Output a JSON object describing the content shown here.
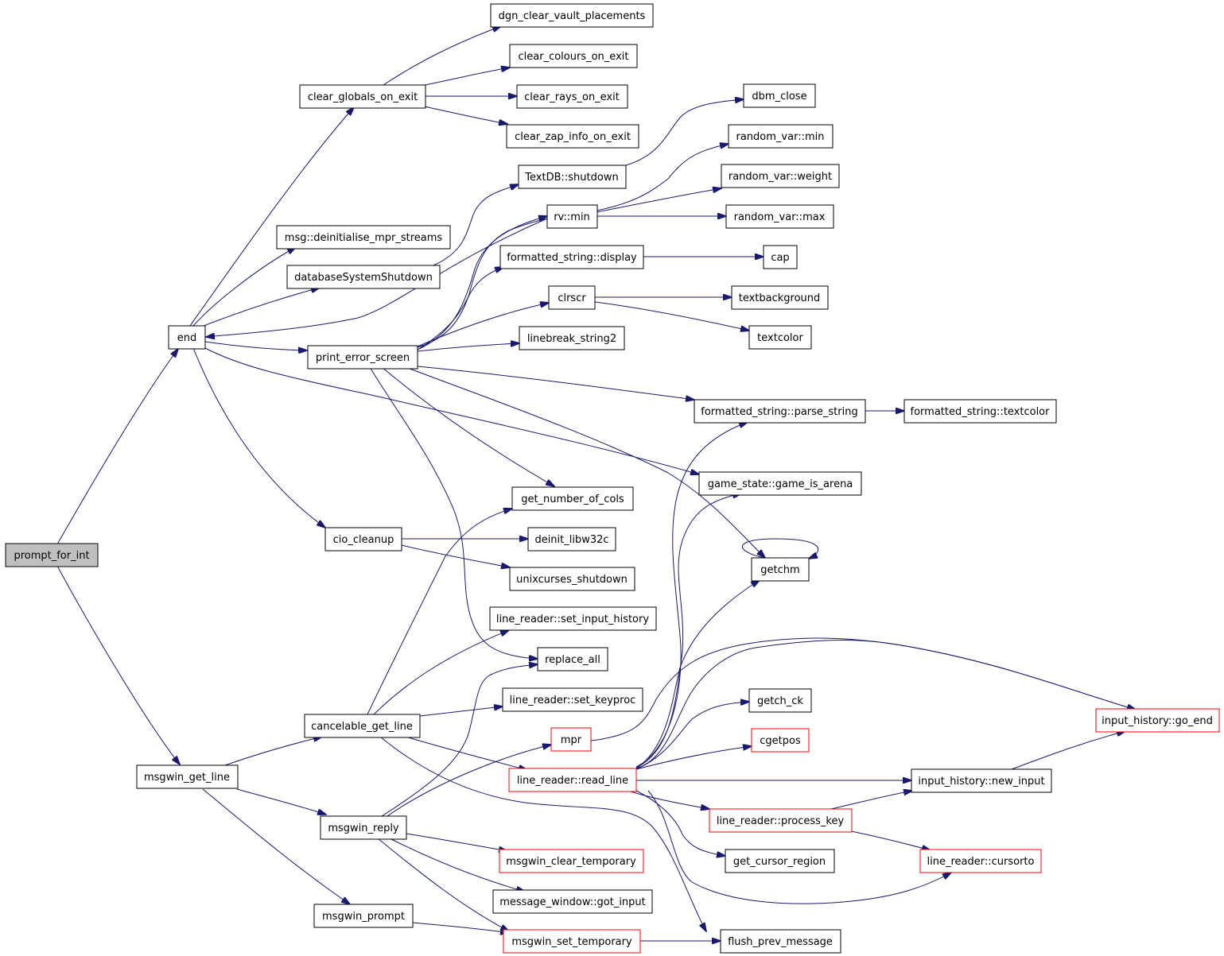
{
  "colors": {
    "edge": "#191970",
    "node_border": "#000000",
    "truncated_border": "#ff0000",
    "root_fill": "#bfbfbf"
  },
  "nodes": {
    "prompt_for_int": {
      "label": "prompt_for_int",
      "kind": "root"
    },
    "end": {
      "label": "end",
      "kind": "normal"
    },
    "msgwin_get_line": {
      "label": "msgwin_get_line",
      "kind": "normal"
    },
    "clear_globals_on_exit": {
      "label": "clear_globals_on_exit",
      "kind": "normal"
    },
    "dgn_clear_vault_placements": {
      "label": "dgn_clear_vault_placements",
      "kind": "normal"
    },
    "clear_colours_on_exit": {
      "label": "clear_colours_on_exit",
      "kind": "normal"
    },
    "clear_rays_on_exit": {
      "label": "clear_rays_on_exit",
      "kind": "normal"
    },
    "clear_zap_info_on_exit": {
      "label": "clear_zap_info_on_exit",
      "kind": "normal"
    },
    "msg_deinitialise_mpr_streams": {
      "label": "msg::deinitialise_mpr_streams",
      "kind": "normal"
    },
    "databaseSystemShutdown": {
      "label": "databaseSystemShutdown",
      "kind": "normal"
    },
    "TextDB_shutdown": {
      "label": "TextDB::shutdown",
      "kind": "normal"
    },
    "dbm_close": {
      "label": "dbm_close",
      "kind": "normal"
    },
    "rv_min": {
      "label": "rv::min",
      "kind": "normal"
    },
    "random_var_min": {
      "label": "random_var::min",
      "kind": "normal"
    },
    "random_var_weight": {
      "label": "random_var::weight",
      "kind": "normal"
    },
    "random_var_max": {
      "label": "random_var::max",
      "kind": "normal"
    },
    "formatted_string_display": {
      "label": "formatted_string::display",
      "kind": "normal"
    },
    "cap": {
      "label": "cap",
      "kind": "normal"
    },
    "clrscr": {
      "label": "clrscr",
      "kind": "normal"
    },
    "textbackground": {
      "label": "textbackground",
      "kind": "normal"
    },
    "textcolor": {
      "label": "textcolor",
      "kind": "normal"
    },
    "print_error_screen": {
      "label": "print_error_screen",
      "kind": "normal"
    },
    "linebreak_string2": {
      "label": "linebreak_string2",
      "kind": "normal"
    },
    "formatted_string_parse_string": {
      "label": "formatted_string::parse_string",
      "kind": "normal"
    },
    "formatted_string_textcolor": {
      "label": "formatted_string::textcolor",
      "kind": "normal"
    },
    "game_state_game_is_arena": {
      "label": "game_state::game_is_arena",
      "kind": "normal"
    },
    "get_number_of_cols": {
      "label": "get_number_of_cols",
      "kind": "normal"
    },
    "cio_cleanup": {
      "label": "cio_cleanup",
      "kind": "normal"
    },
    "deinit_libw32c": {
      "label": "deinit_libw32c",
      "kind": "normal"
    },
    "unixcurses_shutdown": {
      "label": "unixcurses_shutdown",
      "kind": "normal"
    },
    "getchm": {
      "label": "getchm",
      "kind": "normal"
    },
    "line_reader_set_input_history": {
      "label": "line_reader::set_input_history",
      "kind": "normal"
    },
    "replace_all": {
      "label": "replace_all",
      "kind": "normal"
    },
    "line_reader_set_keyproc": {
      "label": "line_reader::set_keyproc",
      "kind": "normal"
    },
    "cancelable_get_line": {
      "label": "cancelable_get_line",
      "kind": "normal"
    },
    "mpr": {
      "label": "mpr",
      "kind": "truncated"
    },
    "getch_ck": {
      "label": "getch_ck",
      "kind": "normal"
    },
    "cgetpos": {
      "label": "cgetpos",
      "kind": "truncated"
    },
    "input_history_go_end": {
      "label": "input_history::go_end",
      "kind": "truncated"
    },
    "line_reader_read_line": {
      "label": "line_reader::read_line",
      "kind": "truncated"
    },
    "input_history_new_input": {
      "label": "input_history::new_input",
      "kind": "normal"
    },
    "line_reader_process_key": {
      "label": "line_reader::process_key",
      "kind": "truncated"
    },
    "msgwin_reply": {
      "label": "msgwin_reply",
      "kind": "normal"
    },
    "get_cursor_region": {
      "label": "get_cursor_region",
      "kind": "normal"
    },
    "line_reader_cursorto": {
      "label": "line_reader::cursorto",
      "kind": "truncated"
    },
    "msgwin_clear_temporary": {
      "label": "msgwin_clear_temporary",
      "kind": "truncated"
    },
    "message_window_got_input": {
      "label": "message_window::got_input",
      "kind": "normal"
    },
    "msgwin_prompt": {
      "label": "msgwin_prompt",
      "kind": "normal"
    },
    "msgwin_set_temporary": {
      "label": "msgwin_set_temporary",
      "kind": "truncated"
    },
    "flush_prev_message": {
      "label": "flush_prev_message",
      "kind": "normal"
    }
  },
  "edges": [
    {
      "from": "prompt_for_int",
      "to": "end"
    },
    {
      "from": "prompt_for_int",
      "to": "msgwin_get_line"
    },
    {
      "from": "end",
      "to": "clear_globals_on_exit"
    },
    {
      "from": "end",
      "to": "msg_deinitialise_mpr_streams"
    },
    {
      "from": "end",
      "to": "databaseSystemShutdown"
    },
    {
      "from": "end",
      "to": "print_error_screen"
    },
    {
      "from": "end",
      "to": "cio_cleanup"
    },
    {
      "from": "end",
      "to": "game_state_game_is_arena"
    },
    {
      "from": "clear_globals_on_exit",
      "to": "dgn_clear_vault_placements"
    },
    {
      "from": "clear_globals_on_exit",
      "to": "clear_colours_on_exit"
    },
    {
      "from": "clear_globals_on_exit",
      "to": "clear_rays_on_exit"
    },
    {
      "from": "clear_globals_on_exit",
      "to": "clear_zap_info_on_exit"
    },
    {
      "from": "databaseSystemShutdown",
      "to": "TextDB_shutdown"
    },
    {
      "from": "TextDB_shutdown",
      "to": "dbm_close"
    },
    {
      "from": "rv_min",
      "to": "random_var_min"
    },
    {
      "from": "rv_min",
      "to": "random_var_weight"
    },
    {
      "from": "rv_min",
      "to": "random_var_max"
    },
    {
      "from": "print_error_screen",
      "to": "end"
    },
    {
      "from": "print_error_screen",
      "to": "rv_min"
    },
    {
      "from": "print_error_screen",
      "to": "formatted_string_display"
    },
    {
      "from": "print_error_screen",
      "to": "clrscr"
    },
    {
      "from": "print_error_screen",
      "to": "linebreak_string2"
    },
    {
      "from": "print_error_screen",
      "to": "formatted_string_parse_string"
    },
    {
      "from": "print_error_screen",
      "to": "get_number_of_cols"
    },
    {
      "from": "print_error_screen",
      "to": "getchm"
    },
    {
      "from": "print_error_screen",
      "to": "replace_all"
    },
    {
      "from": "formatted_string_display",
      "to": "cap"
    },
    {
      "from": "clrscr",
      "to": "textbackground"
    },
    {
      "from": "clrscr",
      "to": "textcolor"
    },
    {
      "from": "formatted_string_parse_string",
      "to": "formatted_string_textcolor"
    },
    {
      "from": "cio_cleanup",
      "to": "deinit_libw32c"
    },
    {
      "from": "cio_cleanup",
      "to": "unixcurses_shutdown"
    },
    {
      "from": "getchm",
      "to": "getchm"
    },
    {
      "from": "msgwin_get_line",
      "to": "cancelable_get_line"
    },
    {
      "from": "msgwin_get_line",
      "to": "msgwin_reply"
    },
    {
      "from": "msgwin_get_line",
      "to": "msgwin_prompt"
    },
    {
      "from": "cancelable_get_line",
      "to": "get_number_of_cols"
    },
    {
      "from": "cancelable_get_line",
      "to": "line_reader_set_input_history"
    },
    {
      "from": "cancelable_get_line",
      "to": "line_reader_set_keyproc"
    },
    {
      "from": "cancelable_get_line",
      "to": "line_reader_read_line"
    },
    {
      "from": "cancelable_get_line",
      "to": "flush_prev_message"
    },
    {
      "from": "mpr",
      "to": "input_history_go_end"
    },
    {
      "from": "line_reader_read_line",
      "to": "formatted_string_parse_string"
    },
    {
      "from": "line_reader_read_line",
      "to": "game_state_game_is_arena"
    },
    {
      "from": "line_reader_read_line",
      "to": "getchm"
    },
    {
      "from": "line_reader_read_line",
      "to": "input_history_go_end"
    },
    {
      "from": "line_reader_read_line",
      "to": "getch_ck"
    },
    {
      "from": "line_reader_read_line",
      "to": "cgetpos"
    },
    {
      "from": "line_reader_read_line",
      "to": "input_history_new_input"
    },
    {
      "from": "line_reader_read_line",
      "to": "line_reader_process_key"
    },
    {
      "from": "line_reader_read_line",
      "to": "get_cursor_region"
    },
    {
      "from": "line_reader_read_line",
      "to": "line_reader_cursorto"
    },
    {
      "from": "line_reader_process_key",
      "to": "input_history_new_input"
    },
    {
      "from": "line_reader_process_key",
      "to": "line_reader_cursorto"
    },
    {
      "from": "input_history_new_input",
      "to": "input_history_go_end"
    },
    {
      "from": "msgwin_reply",
      "to": "replace_all"
    },
    {
      "from": "msgwin_reply",
      "to": "mpr"
    },
    {
      "from": "msgwin_reply",
      "to": "msgwin_clear_temporary"
    },
    {
      "from": "msgwin_reply",
      "to": "message_window_got_input"
    },
    {
      "from": "msgwin_reply",
      "to": "msgwin_set_temporary"
    },
    {
      "from": "msgwin_prompt",
      "to": "msgwin_set_temporary"
    },
    {
      "from": "msgwin_set_temporary",
      "to": "flush_prev_message"
    }
  ]
}
